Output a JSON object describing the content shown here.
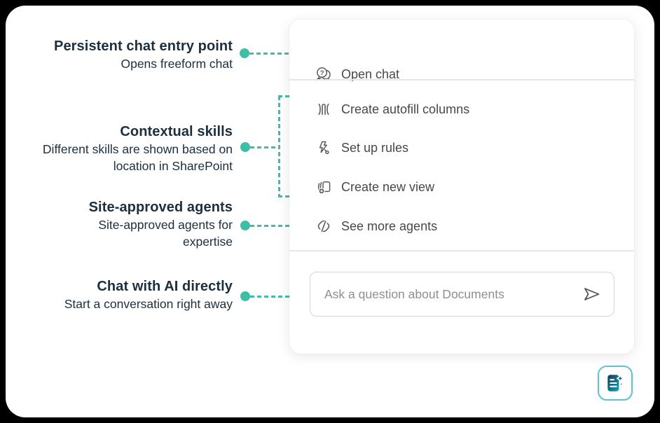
{
  "colors": {
    "accent_teal": "#3FBEA6",
    "annotation_text": "#1C2F3E",
    "menu_text": "#484848",
    "menu_icon_gray": "#5A5A5A",
    "divider_gray": "#E6E6E6",
    "fab_border_cyan": "#5EC5CF",
    "fab_icon_gradient_start": "#123B52",
    "fab_icon_gradient_end": "#11A3B8",
    "background": "#000000",
    "panel_background": "#FFFFFF"
  },
  "annotations": [
    {
      "title": "Persistent chat entry point",
      "description": "Opens freeform chat"
    },
    {
      "title": "Contextual skills",
      "description": "Different skills are shown based on location in SharePoint"
    },
    {
      "title": "Site-approved agents",
      "description": "Site-approved agents for expertise"
    },
    {
      "title": "Chat with AI directly",
      "description": "Start a conversation right away"
    }
  ],
  "menu": {
    "primary_item": {
      "label": "Open chat",
      "icon": "chat-help-icon"
    },
    "items": [
      {
        "label": "Create autofill columns",
        "icon": "autofill-columns-icon"
      },
      {
        "label": "Set up rules",
        "icon": "flash-rules-icon"
      },
      {
        "label": "Create new view",
        "icon": "new-view-stack-icon"
      },
      {
        "label": "See more agents",
        "icon": "agents-icon"
      }
    ],
    "chat_input": {
      "placeholder": "Ask a question about Documents",
      "send_icon": "send-icon"
    }
  },
  "floating_button": {
    "icon": "ai-notes-icon"
  }
}
